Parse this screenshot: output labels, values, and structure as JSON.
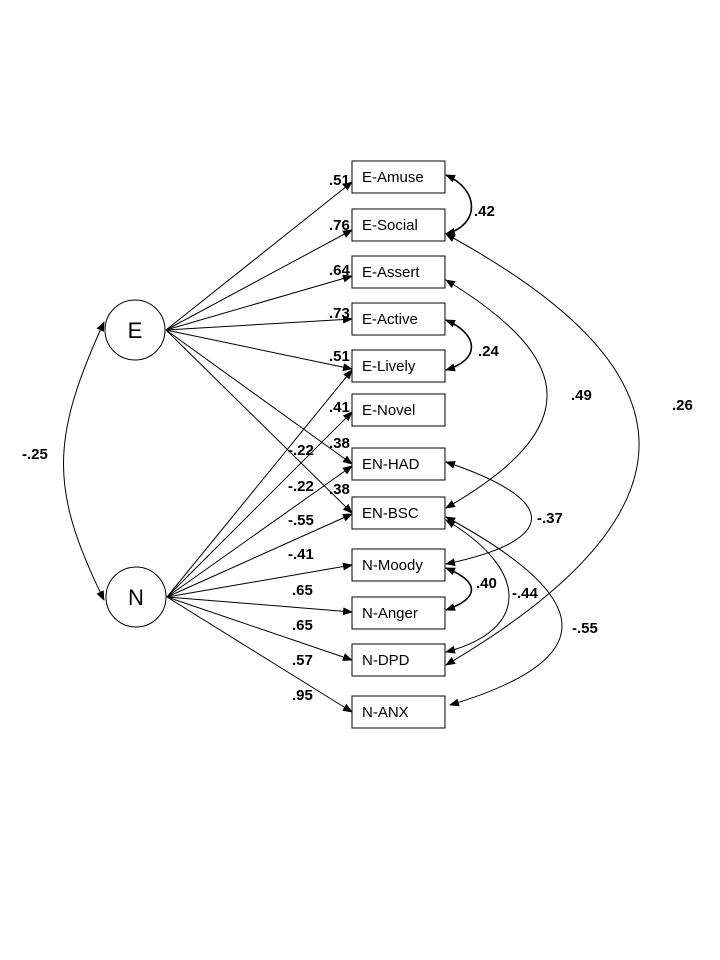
{
  "diagram": {
    "type": "structural-equation-model",
    "latents": [
      {
        "id": "E",
        "label": "E"
      },
      {
        "id": "N",
        "label": "N"
      }
    ],
    "indicators": [
      {
        "id": "E-Amuse",
        "label": "E-Amuse"
      },
      {
        "id": "E-Social",
        "label": "E-Social"
      },
      {
        "id": "E-Assert",
        "label": "E-Assert"
      },
      {
        "id": "E-Active",
        "label": "E-Active"
      },
      {
        "id": "E-Lively",
        "label": "E-Lively"
      },
      {
        "id": "E-Novel",
        "label": "E-Novel"
      },
      {
        "id": "EN-HAD",
        "label": "EN-HAD"
      },
      {
        "id": "EN-BSC",
        "label": "EN-BSC"
      },
      {
        "id": "N-Moody",
        "label": "N-Moody"
      },
      {
        "id": "N-Anger",
        "label": "N-Anger"
      },
      {
        "id": "N-DPD",
        "label": "N-DPD"
      },
      {
        "id": "N-ANX",
        "label": "N-ANX"
      }
    ],
    "loadings": [
      {
        "from": "E",
        "to": "E-Amuse",
        "label": ".51"
      },
      {
        "from": "E",
        "to": "E-Social",
        "label": ".76"
      },
      {
        "from": "E",
        "to": "E-Assert",
        "label": ".64"
      },
      {
        "from": "E",
        "to": "E-Active",
        "label": ".73"
      },
      {
        "from": "E",
        "to": "E-Lively",
        "label": ".51"
      },
      {
        "from": "E",
        "to": "EN-HAD",
        "label": ".38"
      },
      {
        "from": "E",
        "to": "EN-BSC",
        "label": ".38"
      },
      {
        "from": "N",
        "to": "E-Lively",
        "label": "-.22"
      },
      {
        "from": "N",
        "to": "E-Novel",
        "label": ".41"
      },
      {
        "from": "N",
        "to": "EN-HAD",
        "label": "-.22"
      },
      {
        "from": "N",
        "to": "EN-BSC",
        "label": "-.55"
      },
      {
        "from": "N",
        "to": "N-Moody",
        "label": "-.41"
      },
      {
        "from": "N",
        "to": "N-Anger",
        "label": ".65"
      },
      {
        "from": "N",
        "to": "N-DPD",
        "label": ".65"
      },
      {
        "from": "N",
        "to": "N-ANX",
        "label": ".57"
      }
    ],
    "extra_labels": [
      ".95"
    ],
    "covariances": [
      {
        "a": "E",
        "b": "N",
        "label": "-.25"
      },
      {
        "a": "E-Amuse",
        "b": "E-Social",
        "label": ".42"
      },
      {
        "a": "E-Active",
        "b": "E-Lively",
        "label": ".24"
      },
      {
        "a": "N-Moody",
        "b": "N-Anger",
        "label": ".40"
      },
      {
        "a": "E-Assert",
        "b": "EN-BSC",
        "label": ".49"
      },
      {
        "a": "E-Social",
        "b": "N-DPD",
        "label": ".26"
      },
      {
        "a": "EN-HAD",
        "b": "N-Moody",
        "label": "-.37"
      },
      {
        "a": "EN-BSC",
        "b": "N-DPD",
        "label": "-.44"
      },
      {
        "a": "EN-BSC",
        "b": "N-ANX",
        "label": "-.55"
      }
    ]
  }
}
